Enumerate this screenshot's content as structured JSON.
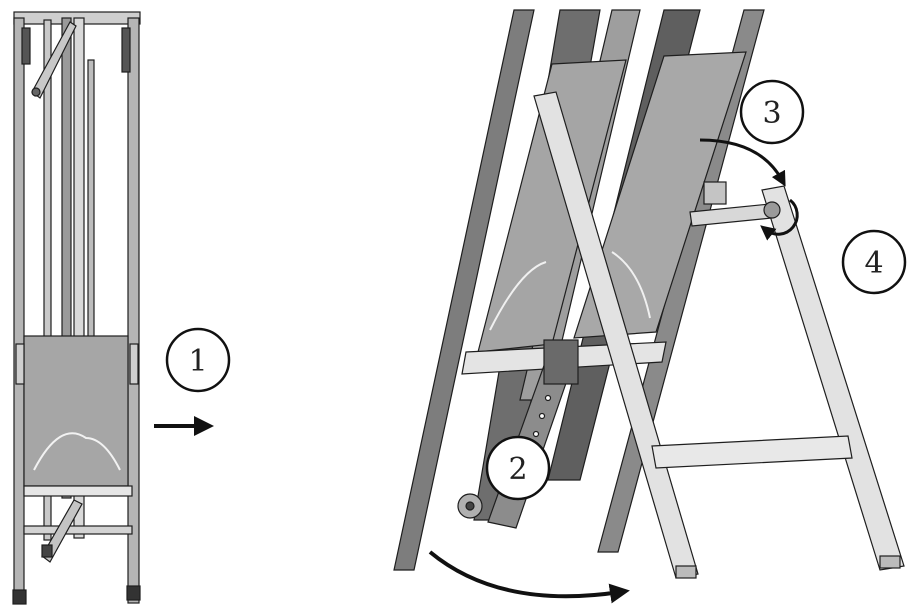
{
  "colors": {
    "frame_light": "#d6d6d6",
    "frame_mid": "#a9a9a9",
    "frame_dark": "#5c5c5c",
    "panel": "#a3a3a3",
    "outline": "#1e1e1e",
    "arrow": "#111111"
  },
  "steps": [
    {
      "label": "1"
    },
    {
      "label": "2"
    },
    {
      "label": "3"
    },
    {
      "label": "4"
    }
  ]
}
